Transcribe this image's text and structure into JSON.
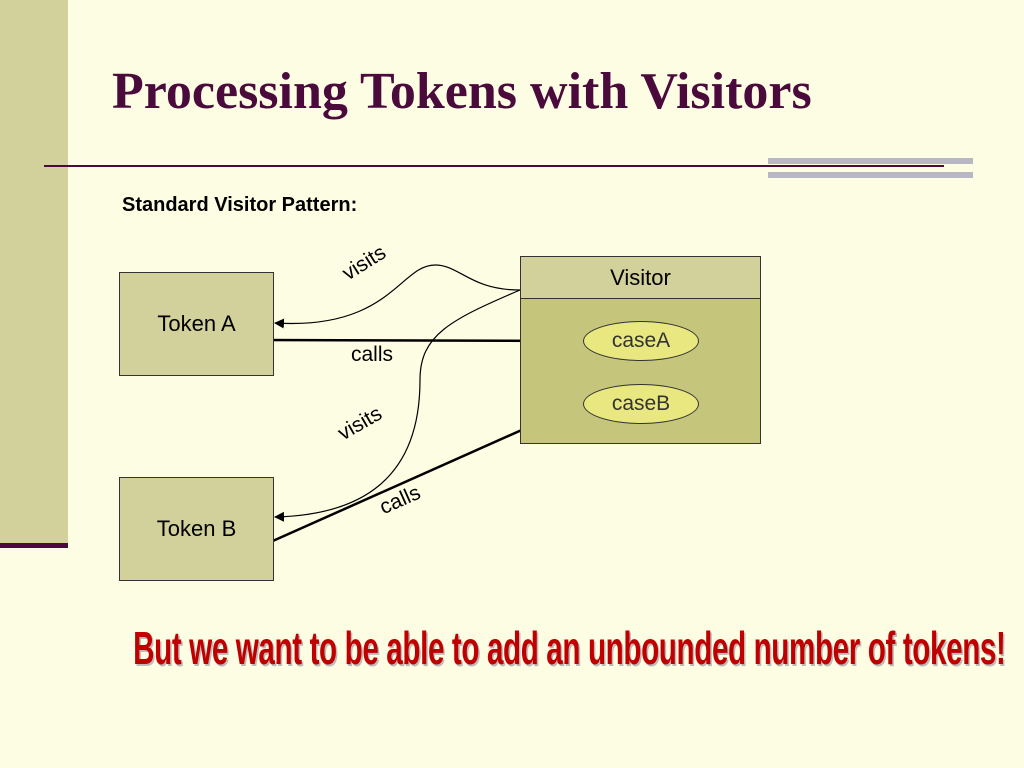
{
  "slide": {
    "title": "Processing Tokens with Visitors",
    "subtitle": "Standard Visitor Pattern:",
    "banner": "But we want to be able to add an unbounded number of tokens!"
  },
  "diagram": {
    "token_a": "Token A",
    "token_b": "Token B",
    "visitor": "Visitor",
    "case_a": "caseA",
    "case_b": "caseB",
    "edges": {
      "visits_a": "visits",
      "calls_a": "calls",
      "visits_b": "visits",
      "calls_b": "calls"
    }
  },
  "colors": {
    "title": "#4a0a3c",
    "box_fill": "#d2d19b",
    "oval_fill": "#e9e77f",
    "banner": "#c00000",
    "background": "#fdfde3"
  }
}
